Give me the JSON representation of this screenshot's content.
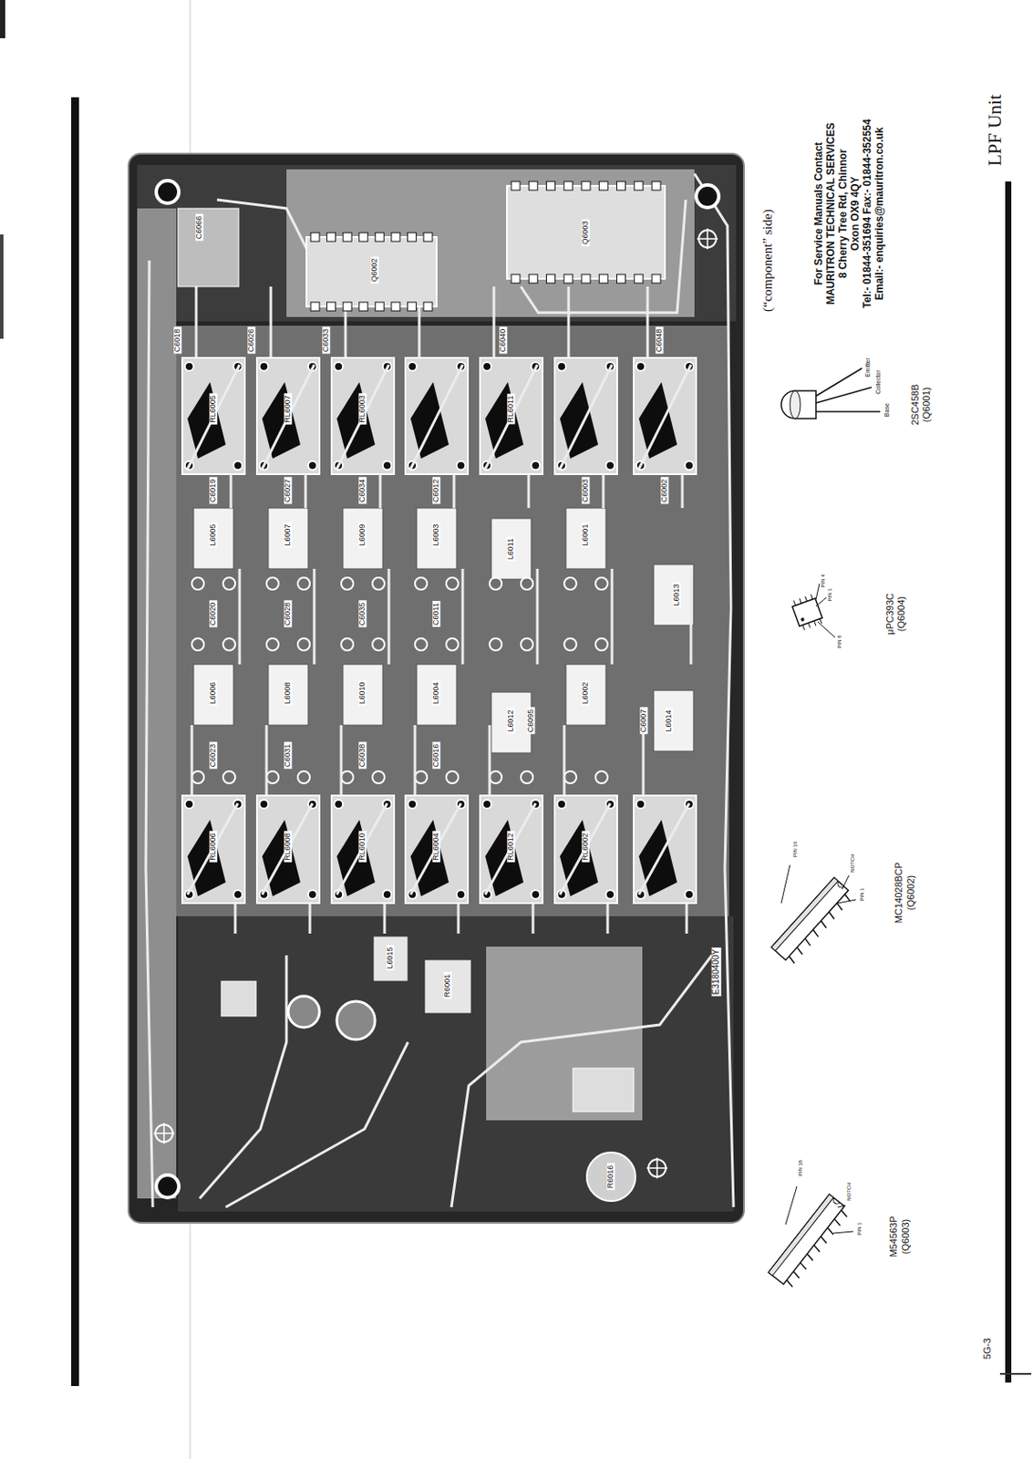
{
  "diagram": {
    "title": "LPF Unit",
    "labels": [
      "5G-3",
      "(“component” side)",
      "For Service Manuals Contact",
      "MAURITRON TECHNICAL SERVICES",
      "8 Cherry Tree Rd, Chinnor",
      "Oxon OX9 4QY",
      "Tel:- 01844-351694 Fax:- 01844-352554",
      "Email:- enquiries@mauritron.co.uk",
      "2SC458B",
      "(Q6001)",
      "Emitter",
      "Collector",
      "Base",
      "μPC393C",
      "(Q6004)",
      "PIN 8",
      "PIN 1",
      "PIN 4",
      "MC14028BCP",
      "(Q6002)",
      "PIN 16",
      "NOTCH",
      "PIN 1",
      "M54563P",
      "(Q6003)",
      "PIN 18",
      "NOTCH",
      "PIN 1",
      "RL6006",
      "RL6008",
      "RL6010",
      "RL6004",
      "RL6012",
      "RL6002",
      "RL6005",
      "RL6007",
      "RL6003",
      "RL6011",
      "L6005",
      "L6007",
      "L6009",
      "L6003",
      "L6011",
      "L6001",
      "L6013",
      "L6006",
      "L6008",
      "L6010",
      "L6004",
      "L6012",
      "L6002",
      "L6014",
      "L6015",
      "Q6002",
      "Q6003",
      "R6001",
      "R6016",
      "C6019",
      "C6027",
      "C6034",
      "C6012",
      "C6003",
      "C6002",
      "C6020",
      "C6028",
      "C6035",
      "C6011",
      "C6023",
      "C6031",
      "C6038",
      "C6016",
      "C6095",
      "C6007",
      "C6018",
      "C6026",
      "C6033",
      "C6040",
      "C6048",
      "C6066",
      "E3180400Y"
    ]
  }
}
